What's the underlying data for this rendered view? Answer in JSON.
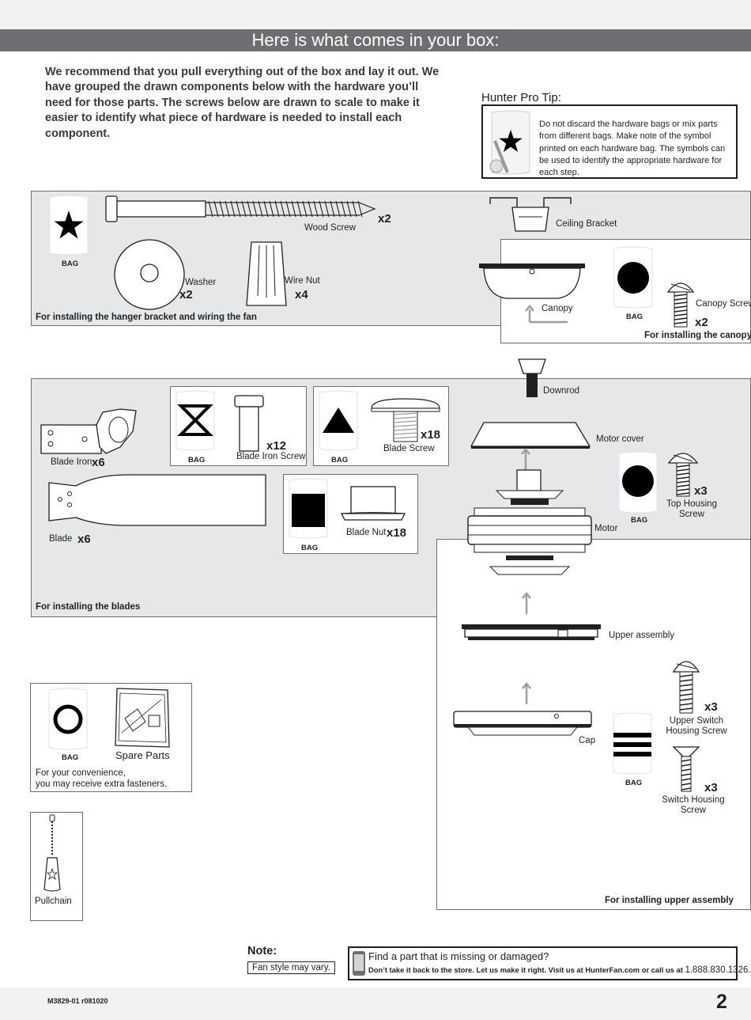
{
  "header": {
    "title": "Here is what comes in your box:"
  },
  "intro": "We recommend that you pull everything out of the box and lay it out. We have grouped the drawn components below with the hardware you’ll need for those parts. The screws below are drawn to scale to make it easier to identify what piece of hardware is needed to install each component.",
  "pro_tip": {
    "heading": "Hunter Pro Tip:",
    "text": "Do not discard the hardware bags or mix parts from different bags. Make note of the symbol printed on each hardware bag. The symbols can be used to identify the appropriate hardware for each step."
  },
  "bag_label": "BAG",
  "hanger_section": {
    "caption": "For installing the hanger bracket and wiring the fan",
    "wood_screw": {
      "label": "Wood Screw",
      "qty": "x2"
    },
    "washer": {
      "label": "Washer",
      "qty": "x2"
    },
    "wire_nut": {
      "label": "Wire Nut",
      "qty": "x4"
    },
    "ceiling_bracket": {
      "label": "Ceiling Bracket"
    }
  },
  "canopy_section": {
    "caption": "For installing the canopy",
    "canopy": {
      "label": "Canopy"
    },
    "canopy_screw": {
      "label": "Canopy Screw",
      "qty": "x2"
    }
  },
  "blades_section": {
    "caption": "For installing the blades",
    "blade_iron": {
      "label": "Blade Iron",
      "qty": "x6"
    },
    "blade_iron_screw": {
      "label": "Blade Iron Screw",
      "qty": "x12"
    },
    "blade_screw": {
      "label": "Blade Screw",
      "qty": "x18"
    },
    "blade": {
      "label": "Blade",
      "qty": "x6"
    },
    "blade_nut": {
      "label": "Blade Nut",
      "qty": "x18"
    }
  },
  "motor_parts": {
    "downrod": "Downrod",
    "motor_cover": "Motor cover",
    "motor": "Motor",
    "top_housing_screw": {
      "label_line1": "Top Housing",
      "label_line2": "Screw",
      "qty": "x3"
    }
  },
  "upper_section": {
    "caption": "For installing upper assembly",
    "upper_assembly": "Upper assembly",
    "cap": "Cap",
    "upper_switch_housing_screw": {
      "label_line1": "Upper Switch",
      "label_line2": "Housing Screw",
      "qty": "x3"
    },
    "switch_housing_screw": {
      "label_line1": "Switch Housing",
      "label_line2": "Screw",
      "qty": "x3"
    }
  },
  "spare_parts": {
    "label": "Spare Parts",
    "note_line1": "For your convenience,",
    "note_line2": "you may receive extra fasteners."
  },
  "pullchain": {
    "label": "Pullchain"
  },
  "note": {
    "heading": "Note:",
    "text": "Fan style may vary."
  },
  "missing": {
    "heading": "Find a part that is missing or damaged?",
    "text": "Don’t take it back to the store. Let us make it right. Visit us at HunterFan.com or call us at",
    "phone": "1.888.830.1326."
  },
  "footer": {
    "code": "M3829-01 r081020",
    "page": "2"
  }
}
